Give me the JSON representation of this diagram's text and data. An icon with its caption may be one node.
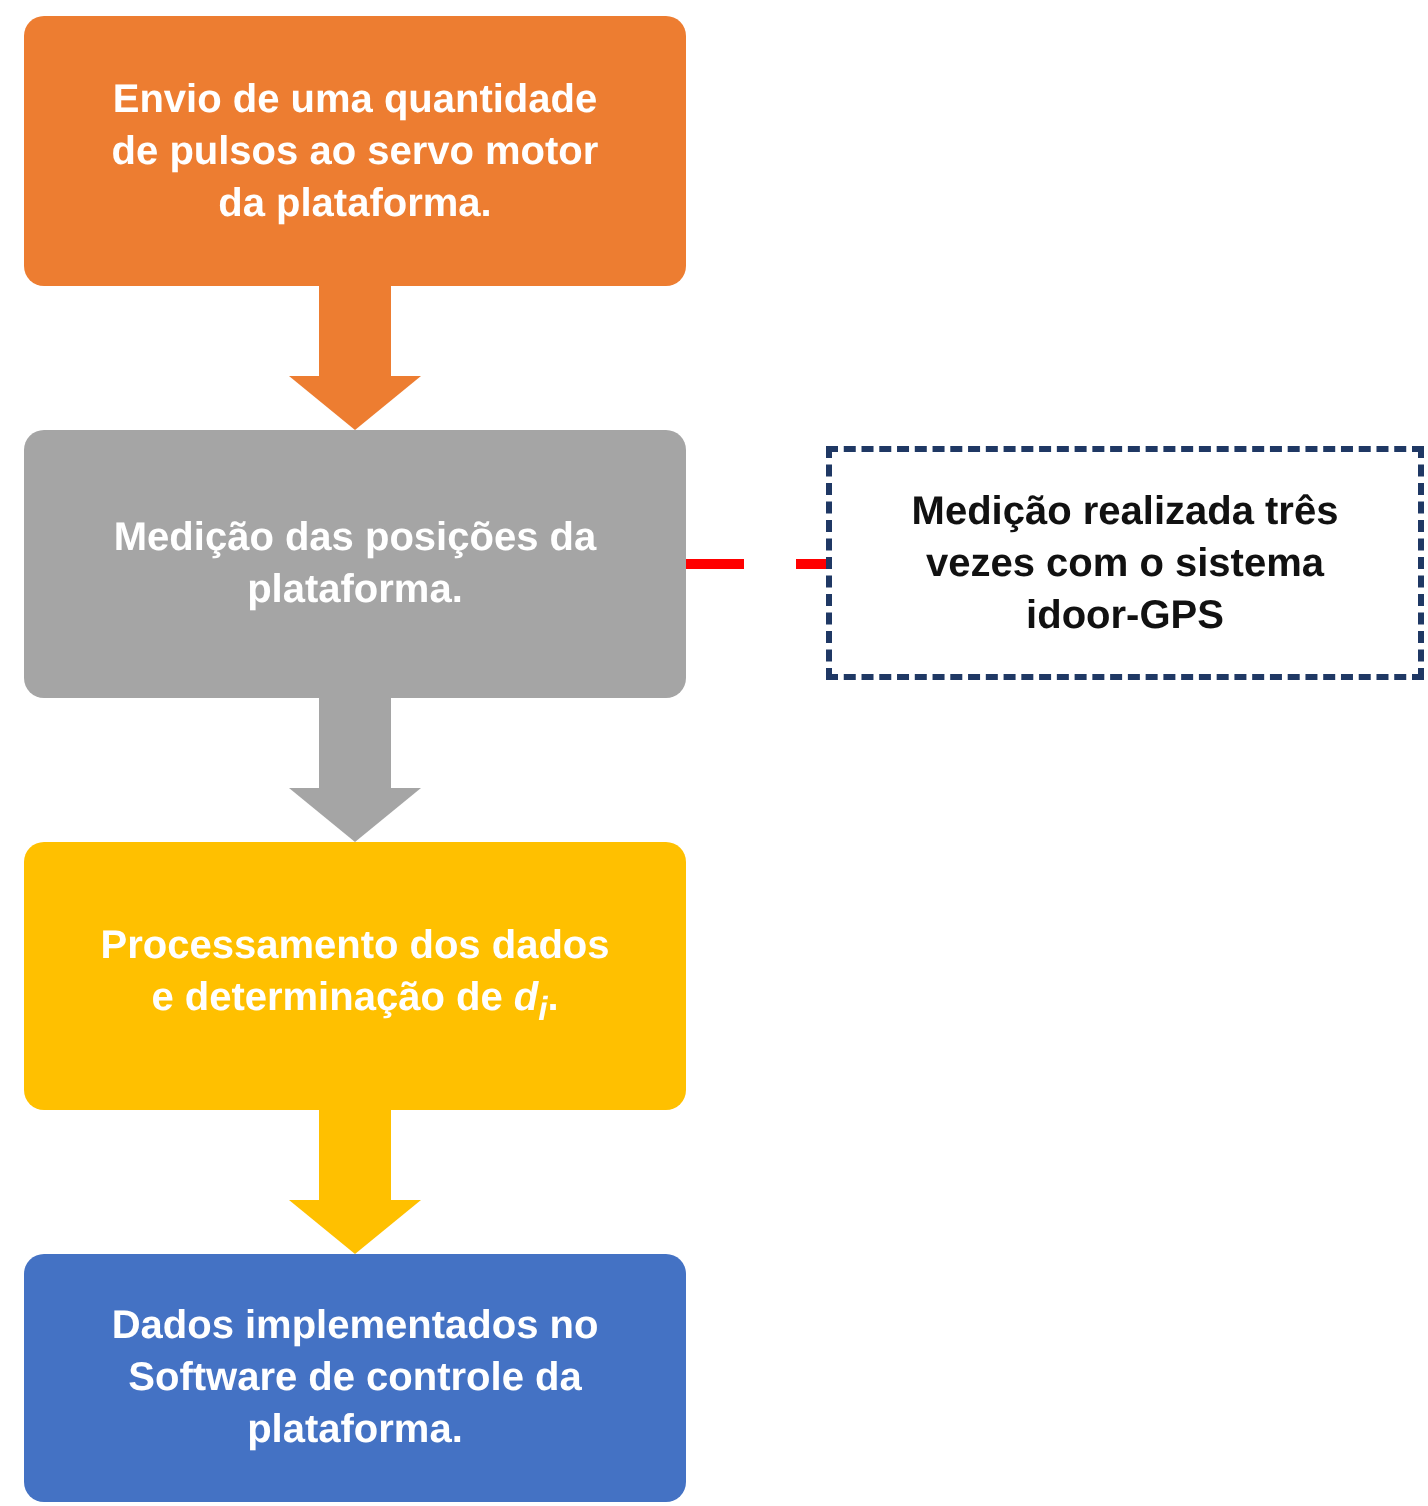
{
  "diagram": {
    "nodes": [
      {
        "text": [
          "Envio de uma quantidade de pulsos ao servo motor da plataforma."
        ]
      },
      {
        "text": [
          "Medição das posições da plataforma."
        ]
      },
      {
        "text": [
          "Processamento dos dados e determinação de *d*$_{i}$."
        ]
      },
      {
        "text": [
          "Dados implementados no Software de controle da plataforma."
        ]
      },
      {
        "text": [
          "Medição realizada três vezes com o sistema idoor-GPS"
        ]
      }
    ],
    "edges": [
      {
        "from": 0,
        "to": 1,
        "arrow": "to",
        "color": "#ed7d31"
      },
      {
        "from": 1,
        "to": 2,
        "arrow": "to",
        "color": "#a5a5a5"
      },
      {
        "from": 2,
        "to": 3,
        "arrow": "to",
        "color": "#ffc000"
      },
      {
        "from": 1,
        "to": 4,
        "arrow": "none",
        "style": "dashed",
        "color": "#ff0000"
      }
    ]
  }
}
